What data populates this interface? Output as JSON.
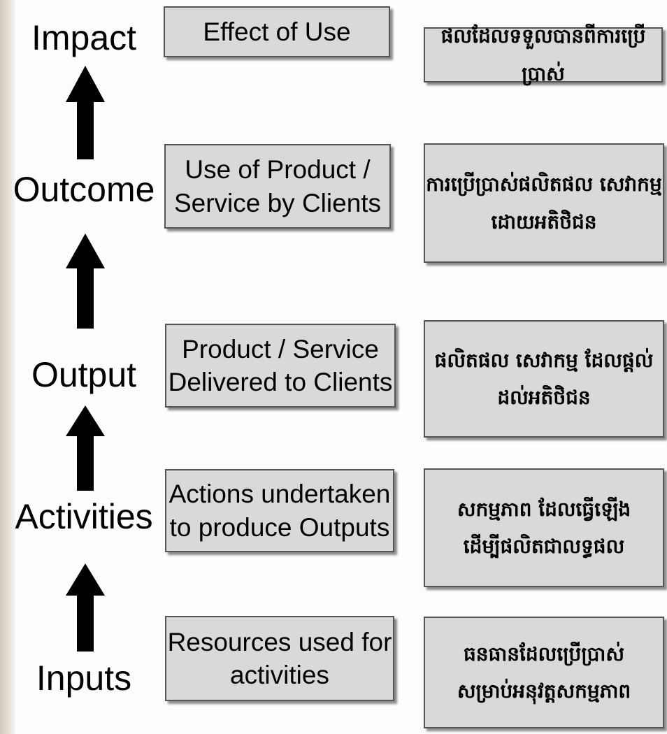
{
  "levels": [
    {
      "key": "impact",
      "label": "Impact",
      "english": [
        "Effect of Use"
      ],
      "khmer": [
        "ផលដែលទទួលបានពីការប្រើប្រាស់"
      ]
    },
    {
      "key": "outcome",
      "label": "Outcome",
      "english": [
        "Use of Product /",
        "Service by Clients"
      ],
      "khmer": [
        "ការប្រើប្រាស់ផលិតផល សេវាកម្ម",
        "ដោយអតិថិជន"
      ]
    },
    {
      "key": "output",
      "label": "Output",
      "english": [
        "Product / Service",
        "Delivered to Clients"
      ],
      "khmer": [
        "ផលិតផល សេវាកម្ម ដែលផ្តល់",
        "ដល់អតិថិជន"
      ]
    },
    {
      "key": "activities",
      "label": "Activities",
      "english": [
        "Actions undertaken",
        "to produce Outputs"
      ],
      "khmer": [
        "សកម្មភាព ដែលធ្វើឡើង",
        "ដើម្បីផលិតជាលទ្ធផល"
      ]
    },
    {
      "key": "inputs",
      "label": "Inputs",
      "english": [
        "Resources used for",
        "activities"
      ],
      "khmer": [
        "ធនធានដែលប្រើប្រាស់",
        "សម្រាប់អនុវត្តសកម្មភាព"
      ]
    }
  ],
  "colors": {
    "box_fill": "#d9d9d9",
    "box_border": "#555555",
    "arrow": "#000000",
    "text": "#000000"
  },
  "icons": {
    "arrow": "arrow-up-icon"
  }
}
